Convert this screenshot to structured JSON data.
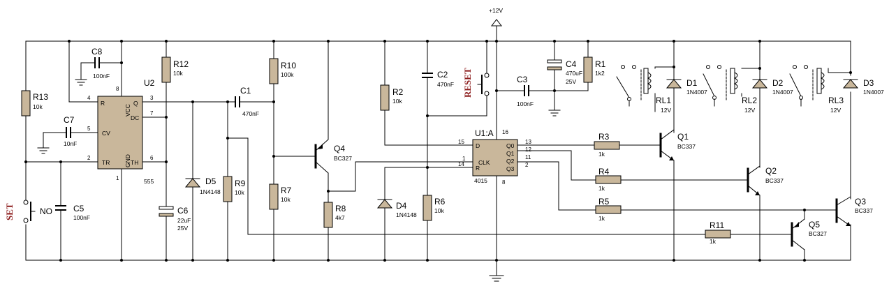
{
  "supply": "+12V",
  "components": {
    "U2": {
      "ref": "U2",
      "part": "555",
      "pins": {
        "R": "R",
        "VCC": "VCC",
        "Q": "Q",
        "DC": "DC",
        "CV": "CV",
        "TR": "TR",
        "GND": "GND",
        "TH": "TH"
      },
      "pin_numbers": {
        "p4": "4",
        "p8": "8",
        "p3": "3",
        "p7": "7",
        "p5": "5",
        "p2": "2",
        "p1": "1",
        "p6": "6"
      }
    },
    "U1": {
      "ref": "U1:A",
      "part": "4015",
      "pins": {
        "D": "D",
        "CLK": "CLK",
        "R": "R",
        "Q0": "Q0",
        "Q1": "Q1",
        "Q2": "Q2",
        "Q3": "Q3"
      },
      "pin_numbers": {
        "p15": "15",
        "p1": "1",
        "p14": "14",
        "p13": "13",
        "p12": "12",
        "p11": "11",
        "p2": "2",
        "p16": "16",
        "p8": "8"
      }
    },
    "R13": {
      "ref": "R13",
      "value": "10k"
    },
    "C8": {
      "ref": "C8",
      "value": "100nF"
    },
    "C7": {
      "ref": "C7",
      "value": "10nF"
    },
    "C5": {
      "ref": "C5",
      "value": "100nF"
    },
    "R12": {
      "ref": "R12",
      "value": "10k"
    },
    "C6": {
      "ref": "C6",
      "value": "22uF",
      "voltage": "25V"
    },
    "D5": {
      "ref": "D5",
      "value": "1N4148"
    },
    "R9": {
      "ref": "R9",
      "value": "10k"
    },
    "C1": {
      "ref": "C1",
      "value": "470nF"
    },
    "R10": {
      "ref": "R10",
      "value": "100k"
    },
    "R7": {
      "ref": "R7",
      "value": "10k"
    },
    "Q4": {
      "ref": "Q4",
      "value": "BC327"
    },
    "R8": {
      "ref": "R8",
      "value": "4k7"
    },
    "R2": {
      "ref": "R2",
      "value": "10k"
    },
    "C2": {
      "ref": "C2",
      "value": "470nF"
    },
    "D4": {
      "ref": "D4",
      "value": "1N4148"
    },
    "R6": {
      "ref": "R6",
      "value": "10k"
    },
    "C3": {
      "ref": "C3",
      "value": "100nF"
    },
    "C4": {
      "ref": "C4",
      "value": "470uF",
      "voltage": "25V"
    },
    "R1": {
      "ref": "R1",
      "value": "1k2"
    },
    "R3": {
      "ref": "R3",
      "value": "1k"
    },
    "R4": {
      "ref": "R4",
      "value": "1k"
    },
    "R5": {
      "ref": "R5",
      "value": "1k"
    },
    "R11": {
      "ref": "R11",
      "value": "1k"
    },
    "Q1": {
      "ref": "Q1",
      "value": "BC337"
    },
    "Q2": {
      "ref": "Q2",
      "value": "BC337"
    },
    "Q3": {
      "ref": "Q3",
      "value": "BC337"
    },
    "Q5": {
      "ref": "Q5",
      "value": "BC327"
    },
    "RL1": {
      "ref": "RL1",
      "value": "12V"
    },
    "RL2": {
      "ref": "RL2",
      "value": "12V"
    },
    "RL3": {
      "ref": "RL3",
      "value": "12V"
    },
    "D1": {
      "ref": "D1",
      "value": "1N4007"
    },
    "D2": {
      "ref": "D2",
      "value": "1N4007"
    },
    "D3": {
      "ref": "D3",
      "value": "1N4007"
    }
  },
  "buttons": {
    "set": "SET",
    "set_type": "NO",
    "reset": "RESET"
  }
}
